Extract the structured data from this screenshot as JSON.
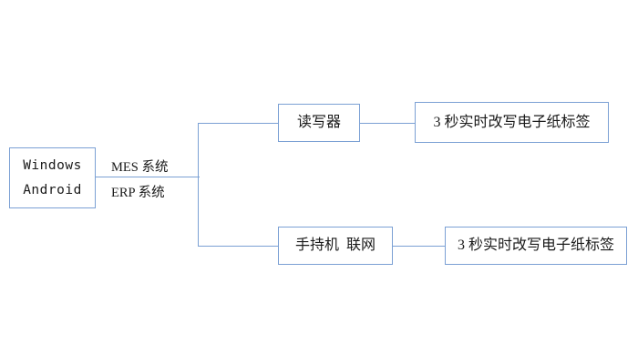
{
  "diagram": {
    "title": "Electronic paper label system architecture flow",
    "background_color": "#ffffff",
    "line_color": "#7ba0d4",
    "text_color": "#1a1a1a",
    "nodes": {
      "source": {
        "line1": "Windows",
        "line2": "Android"
      },
      "reader": {
        "label": "读写器"
      },
      "handheld": {
        "label": "手持机  联网"
      },
      "tag_top": {
        "label": "3 秒实时改写电子纸标签"
      },
      "tag_bottom": {
        "label": "3 秒实时改写电子纸标签"
      }
    },
    "edge_labels": {
      "mes": "MES 系统",
      "erp": "ERP 系统"
    }
  }
}
